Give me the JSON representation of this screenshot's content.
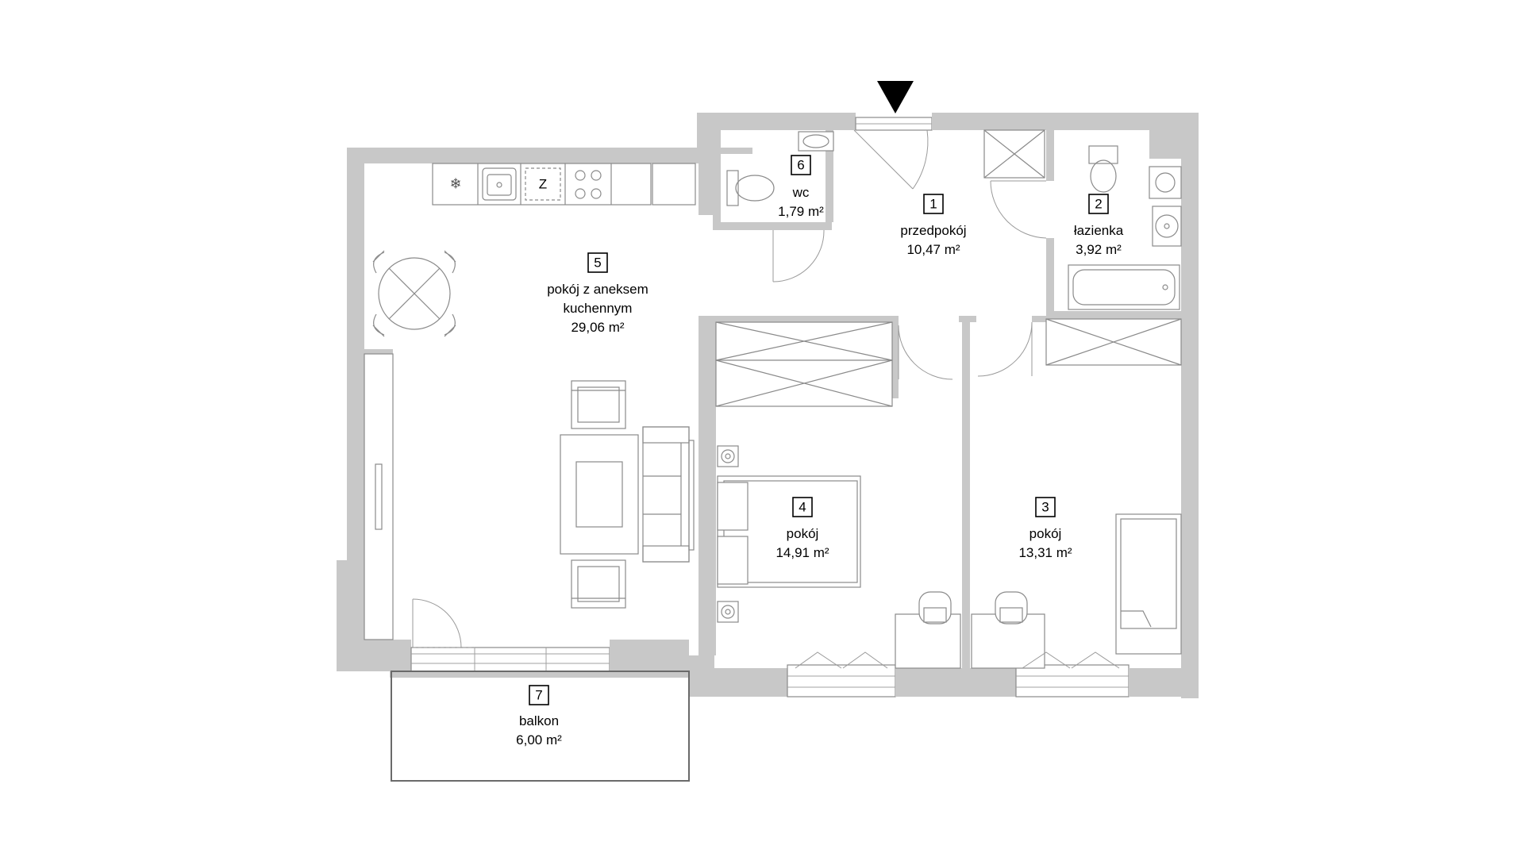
{
  "rooms": [
    {
      "number": "1",
      "name": "przedpokój",
      "area": "10,47 m²"
    },
    {
      "number": "2",
      "name": "łazienka",
      "area": "3,92 m²"
    },
    {
      "number": "3",
      "name": "pokój",
      "area": "13,31 m²"
    },
    {
      "number": "4",
      "name": "pokój",
      "area": "14,91 m²"
    },
    {
      "number": "5",
      "name_line1": "pokój z aneksem",
      "name_line2": "kuchennym",
      "area": "29,06 m²"
    },
    {
      "number": "6",
      "name": "wc",
      "area": "1,79 m²"
    },
    {
      "number": "7",
      "name": "balkon",
      "area": "6,00 m²"
    }
  ],
  "fixtures": {
    "freezer_symbol": "❄",
    "fridge_symbol": "Z"
  },
  "icons": [
    "entrance-arrow-icon",
    "snowflake-icon"
  ]
}
